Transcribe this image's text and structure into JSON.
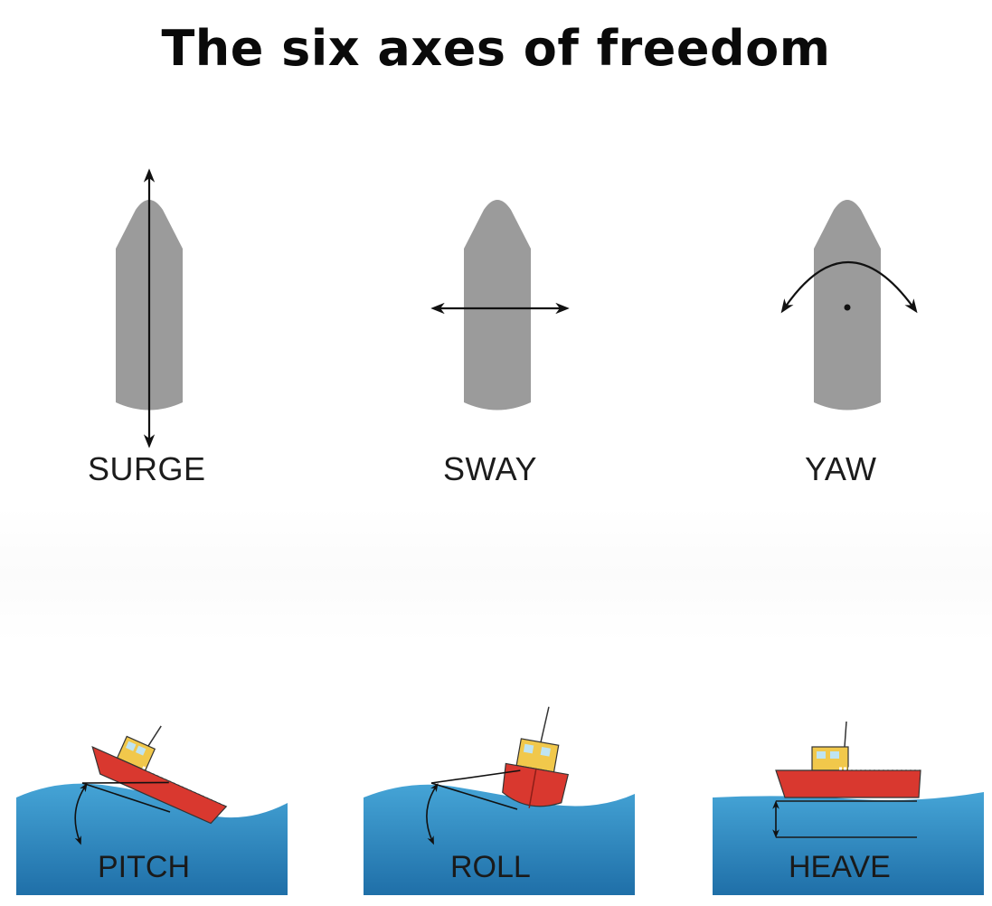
{
  "title": "The six axes of freedom",
  "top_row": [
    {
      "label": "SURGE",
      "icon": "surge-arrow"
    },
    {
      "label": "SWAY",
      "icon": "sway-arrow"
    },
    {
      "label": "YAW",
      "icon": "yaw-arrow"
    }
  ],
  "bottom_row": [
    {
      "label": "PITCH",
      "icon": "pitch-boat"
    },
    {
      "label": "ROLL",
      "icon": "roll-boat"
    },
    {
      "label": "HEAVE",
      "icon": "heave-boat"
    }
  ],
  "colors": {
    "hull_gray": "#9b9b9b",
    "water_top": "#3f9ccf",
    "water_bottom": "#1f6fa8",
    "boat_red": "#d9382f",
    "boat_yellow": "#f1c84b",
    "arrow": "#111111"
  }
}
